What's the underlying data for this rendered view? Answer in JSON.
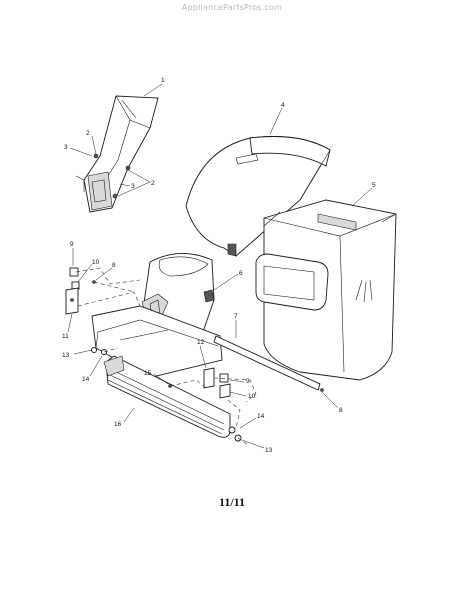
{
  "watermark": "AppliancePartsPros.com",
  "page_label": "11/11",
  "callouts": [
    "1",
    "2",
    "3",
    "3",
    "2",
    "4",
    "5",
    "9",
    "10",
    "8",
    "6",
    "11",
    "7",
    "12",
    "13",
    "14",
    "15",
    "9",
    "10",
    "16",
    "8",
    "14",
    "13"
  ]
}
